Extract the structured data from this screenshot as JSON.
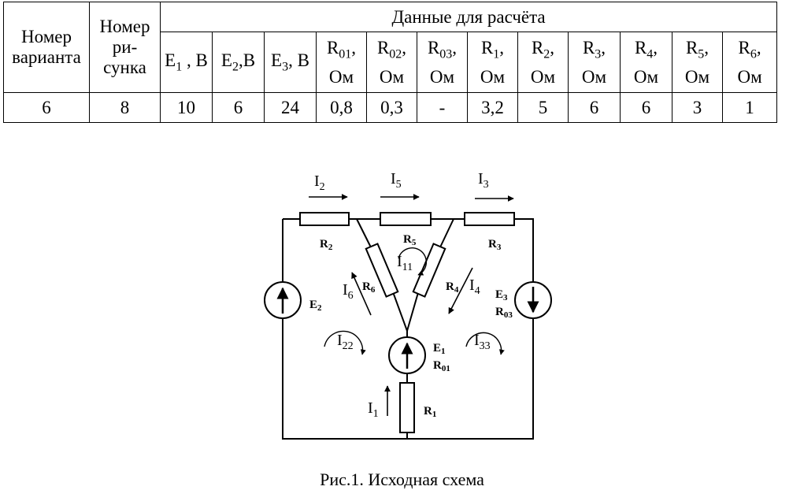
{
  "table": {
    "variant_label": "Номер варианта",
    "variant_label_1": "Номер",
    "variant_label_2": "варианта",
    "figure_label_1": "Номер",
    "figure_label_2": "ри-",
    "figure_label_3": "сунка",
    "group_label": "Данные для расчёта",
    "columns": [
      {
        "sym": "E",
        "sub": "1",
        "unit": " , В"
      },
      {
        "sym": "E",
        "sub": "2",
        "unit": ",В"
      },
      {
        "sym": "E",
        "sub": "3",
        "unit": ", В"
      },
      {
        "sym": "R",
        "sub": "01",
        "unit": ",",
        "unit2": "Ом"
      },
      {
        "sym": "R",
        "sub": "02",
        "unit": ",",
        "unit2": "Ом"
      },
      {
        "sym": "R",
        "sub": "03",
        "unit": ",",
        "unit2": "Ом"
      },
      {
        "sym": "R",
        "sub": "1",
        "unit": ",",
        "unit2": "Ом"
      },
      {
        "sym": "R",
        "sub": "2",
        "unit": ",",
        "unit2": "Ом"
      },
      {
        "sym": "R",
        "sub": "3",
        "unit": ",",
        "unit2": "Ом"
      },
      {
        "sym": "R",
        "sub": "4",
        "unit": ",",
        "unit2": "Ом"
      },
      {
        "sym": "R",
        "sub": "5",
        "unit": ",",
        "unit2": "Ом"
      },
      {
        "sym": "R",
        "sub": "6",
        "unit": ",",
        "unit2": "Ом"
      }
    ],
    "row": {
      "variant": "6",
      "figure": "8",
      "values": [
        "10",
        "6",
        "24",
        "0,8",
        "0,3",
        "-",
        "3,2",
        "5",
        "6",
        "6",
        "3",
        "1"
      ]
    }
  },
  "circuit": {
    "currents": {
      "I2": {
        "sym": "I",
        "sub": "2"
      },
      "I5": {
        "sym": "I",
        "sub": "5"
      },
      "I3": {
        "sym": "I",
        "sub": "3"
      },
      "I6": {
        "sym": "I",
        "sub": "6"
      },
      "I4": {
        "sym": "I",
        "sub": "4"
      },
      "I1": {
        "sym": "I",
        "sub": "1"
      },
      "I11": {
        "sym": "I",
        "sub": "11"
      },
      "I22": {
        "sym": "I",
        "sub": "22"
      },
      "I33": {
        "sym": "I",
        "sub": "33"
      }
    },
    "labels": {
      "R2": {
        "sym": "R",
        "sub": "2"
      },
      "R5": {
        "sym": "R",
        "sub": "5"
      },
      "R3": {
        "sym": "R",
        "sub": "3"
      },
      "R6": {
        "sym": "R",
        "sub": "6"
      },
      "R4": {
        "sym": "R",
        "sub": "4"
      },
      "R1": {
        "sym": "R",
        "sub": "1"
      },
      "E2": {
        "sym": "E",
        "sub": "2"
      },
      "E3": {
        "sym": "E",
        "sub": "3"
      },
      "R03": {
        "sym": "R",
        "sub": "03"
      },
      "E1": {
        "sym": "E",
        "sub": "1"
      },
      "R01": {
        "sym": "R",
        "sub": "01"
      }
    }
  },
  "caption": "Рис.1. Исходная схема"
}
